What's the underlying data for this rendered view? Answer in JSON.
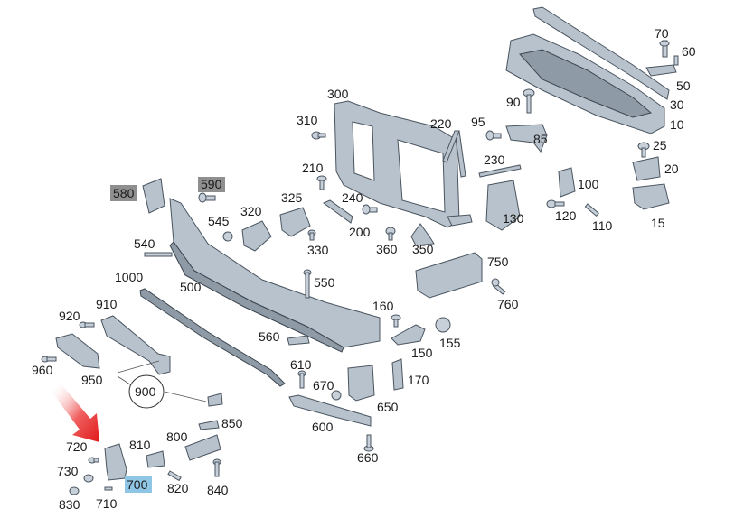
{
  "diagram": {
    "labels": [
      {
        "id": "l70",
        "text": "70"
      },
      {
        "id": "l60",
        "text": "60"
      },
      {
        "id": "l50",
        "text": "50"
      },
      {
        "id": "l30",
        "text": "30"
      },
      {
        "id": "l10",
        "text": "10"
      },
      {
        "id": "l25",
        "text": "25"
      },
      {
        "id": "l20",
        "text": "20"
      },
      {
        "id": "l15",
        "text": "15"
      },
      {
        "id": "l300",
        "text": "300"
      },
      {
        "id": "l310",
        "text": "310"
      },
      {
        "id": "l220",
        "text": "220"
      },
      {
        "id": "l95",
        "text": "95"
      },
      {
        "id": "l90",
        "text": "90"
      },
      {
        "id": "l85",
        "text": "85"
      },
      {
        "id": "l230",
        "text": "230"
      },
      {
        "id": "l210",
        "text": "210"
      },
      {
        "id": "l590",
        "text": "590"
      },
      {
        "id": "l580",
        "text": "580"
      },
      {
        "id": "l545",
        "text": "545"
      },
      {
        "id": "l320",
        "text": "320"
      },
      {
        "id": "l325",
        "text": "325"
      },
      {
        "id": "l240",
        "text": "240"
      },
      {
        "id": "l200",
        "text": "200"
      },
      {
        "id": "l330",
        "text": "330"
      },
      {
        "id": "l360",
        "text": "360"
      },
      {
        "id": "l350",
        "text": "350"
      },
      {
        "id": "l100",
        "text": "100"
      },
      {
        "id": "l130",
        "text": "130"
      },
      {
        "id": "l120",
        "text": "120"
      },
      {
        "id": "l110",
        "text": "110"
      },
      {
        "id": "l540",
        "text": "540"
      },
      {
        "id": "l500",
        "text": "500"
      },
      {
        "id": "l1000",
        "text": "1000"
      },
      {
        "id": "l550",
        "text": "550"
      },
      {
        "id": "l750",
        "text": "750"
      },
      {
        "id": "l760",
        "text": "760"
      },
      {
        "id": "l910",
        "text": "910"
      },
      {
        "id": "l920",
        "text": "920"
      },
      {
        "id": "l160",
        "text": "160"
      },
      {
        "id": "l155",
        "text": "155"
      },
      {
        "id": "l150",
        "text": "150"
      },
      {
        "id": "l560",
        "text": "560"
      },
      {
        "id": "l960",
        "text": "960"
      },
      {
        "id": "l950",
        "text": "950"
      },
      {
        "id": "l610",
        "text": "610"
      },
      {
        "id": "l670",
        "text": "670"
      },
      {
        "id": "l170",
        "text": "170"
      },
      {
        "id": "l900",
        "text": "900"
      },
      {
        "id": "l650",
        "text": "650"
      },
      {
        "id": "l850",
        "text": "850"
      },
      {
        "id": "l600",
        "text": "600"
      },
      {
        "id": "l720",
        "text": "720"
      },
      {
        "id": "l810",
        "text": "810"
      },
      {
        "id": "l800",
        "text": "800"
      },
      {
        "id": "l730",
        "text": "730"
      },
      {
        "id": "l660",
        "text": "660"
      },
      {
        "id": "l700",
        "text": "700"
      },
      {
        "id": "l820",
        "text": "820"
      },
      {
        "id": "l840",
        "text": "840"
      },
      {
        "id": "l830",
        "text": "830"
      },
      {
        "id": "l710",
        "text": "710"
      }
    ]
  },
  "colors": {
    "highlight_gray": "#8f8f8f",
    "highlight_blue": "#8fc6e6",
    "arrow_red": "#e02020",
    "part_fill": "#b8c2cc"
  }
}
